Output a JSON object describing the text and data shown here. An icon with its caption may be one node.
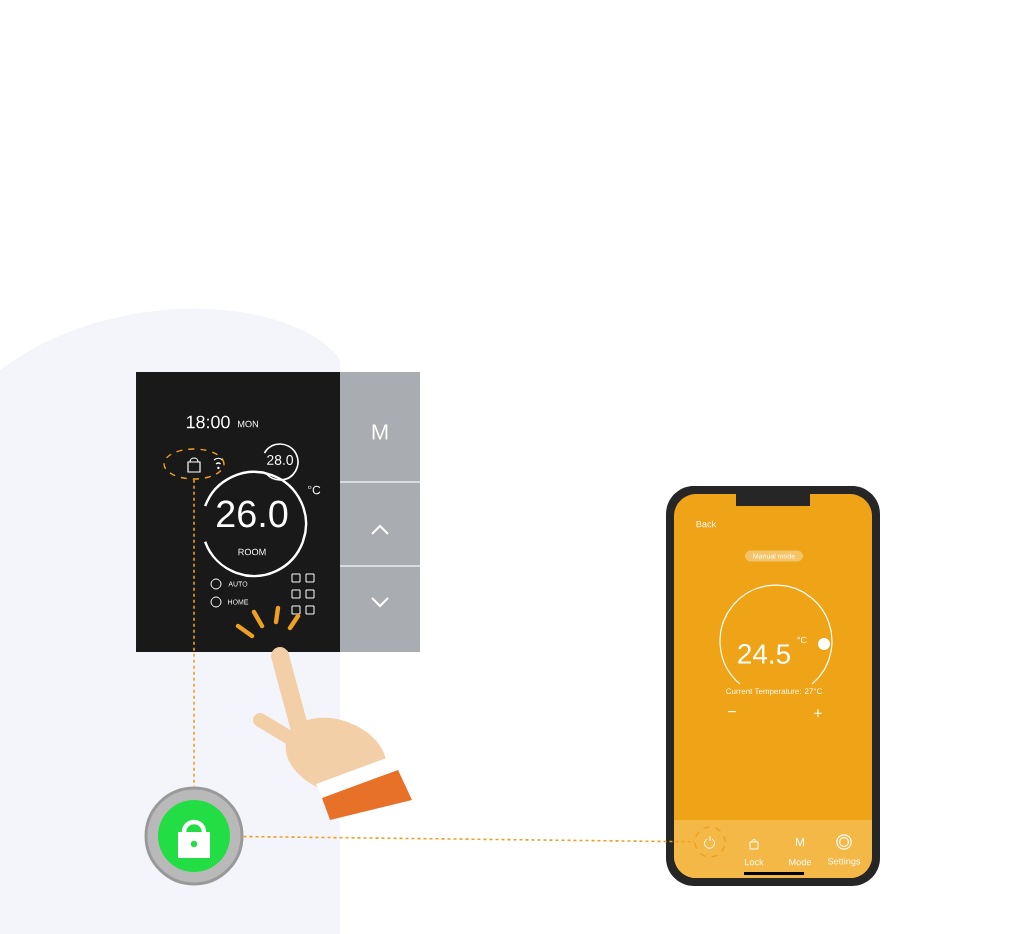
{
  "diagram": {
    "nodes": [
      {
        "text": [],
        "shape": "ellipse"
      },
      {
        "text": [],
        "shape": "circle"
      },
      {
        "text": [],
        "shape": "circle"
      }
    ],
    "edges": [
      {
        "from": 0,
        "to": 1,
        "arrow": "none",
        "style": "dashed"
      },
      {
        "from": 1,
        "to": 2,
        "arrow": "none",
        "style": "dashed"
      }
    ],
    "labels": [
      "18:00",
      "MON",
      "28.0",
      "26.0",
      "°C",
      "ROOM",
      "AUTO",
      "HOME",
      "M",
      "Back",
      "Manual mode",
      "24.5",
      "°C",
      "Current Temperature: 27°C",
      "−",
      "+",
      "Lock",
      "M",
      "Mode",
      "Settings"
    ]
  }
}
